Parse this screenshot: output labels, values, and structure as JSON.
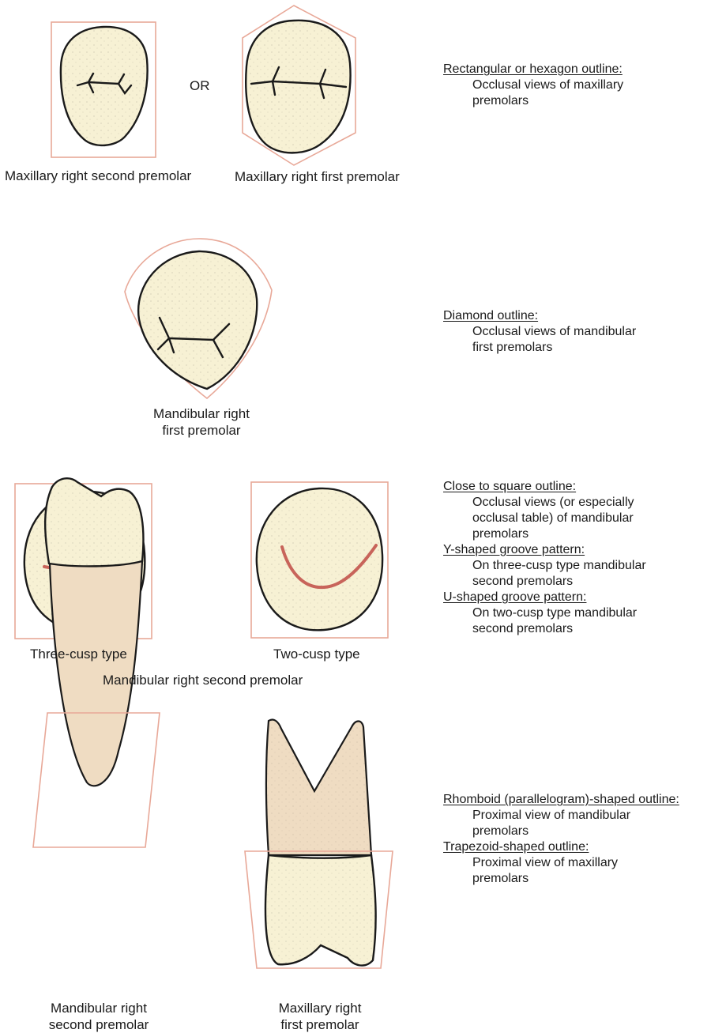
{
  "labels": {
    "or": "OR",
    "maxillary_second_premolar": "Maxillary right second premolar",
    "maxillary_first_premolar": "Maxillary right first premolar",
    "mandibular_first_premolar_line1": "Mandibular right",
    "mandibular_first_premolar_line2": "first premolar",
    "three_cusp_type": "Three-cusp type",
    "two_cusp_type": "Two-cusp type",
    "mandibular_second_premolar": "Mandibular right second premolar",
    "proximal_mandibular_line1": "Mandibular right",
    "proximal_mandibular_line2": "second premolar",
    "proximal_maxillary_line1": "Maxillary right",
    "proximal_maxillary_line2": "first premolar"
  },
  "notes": [
    {
      "heading": "Rectangular or hexagon outline:",
      "body": [
        "Occlusal views of maxillary",
        "premolars"
      ]
    },
    {
      "heading": "Diamond outline:",
      "body": [
        "Occlusal views of mandibular",
        "first premolars"
      ]
    },
    {
      "heading": "Close to square outline:",
      "body": [
        "Occlusal views (or especially",
        "occlusal table) of mandibular",
        "premolars"
      ]
    },
    {
      "heading": "Y-shaped groove pattern:",
      "body": [
        "On three-cusp type mandibular",
        "second premolars"
      ]
    },
    {
      "heading": "U-shaped groove pattern:",
      "body": [
        "On two-cusp type mandibular",
        "second premolars"
      ]
    },
    {
      "heading": "Rhomboid (parallelogram)-shaped outline:",
      "body": [
        "Proximal view of mandibular",
        "premolars"
      ]
    },
    {
      "heading": "Trapezoid-shaped outline:",
      "body": [
        "Proximal view of maxillary",
        "premolars"
      ]
    }
  ],
  "colors": {
    "outline": "#e8a898",
    "groove_highlight": "#c8645a",
    "enamel": "#f7f1d4",
    "root": "#efdcc2",
    "ink": "#1a1a1a"
  }
}
